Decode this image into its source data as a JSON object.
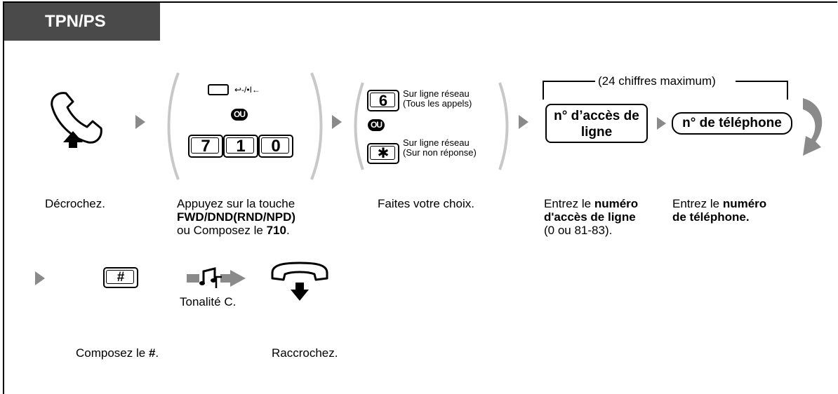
{
  "header": {
    "title": "TPN/PS"
  },
  "step1": {
    "caption": "Décrochez."
  },
  "step2": {
    "indicator_label": "↩-/•I←",
    "or_label": "OU",
    "keys": [
      "7",
      "1",
      "0"
    ],
    "caption_line1": "Appuyez sur la touche",
    "caption_bold": "FWD/DND(RND/NPD)",
    "caption_line3_prefix": "ou Composez le ",
    "caption_line3_bold": "710",
    "caption_line3_suffix": "."
  },
  "step3": {
    "key_top": "6",
    "key_top_desc1": "Sur ligne réseau",
    "key_top_desc2": "(Tous les appels)",
    "or_label": "OU",
    "key_bottom": "✱",
    "key_bottom_desc1": "Sur ligne réseau",
    "key_bottom_desc2": "(Sur non réponse)",
    "caption": "Faites votre choix."
  },
  "step4": {
    "bracket_label": "(24 chiffres maximum)",
    "box_line1": "n° d’accès de",
    "box_line2": "ligne",
    "caption_prefix": "Entrez le ",
    "caption_bold1": "numéro",
    "caption_bold2": "d'accès de ligne",
    "caption_line3": "(0 ou 81-83)."
  },
  "step5": {
    "box_label": "n° de téléphone",
    "caption_prefix": "Entrez le ",
    "caption_bold1": "numéro",
    "caption_bold2": "de téléphone."
  },
  "step6": {
    "key": "#",
    "caption_prefix": "Composez le ",
    "caption_bold": "#",
    "caption_suffix": "."
  },
  "step7": {
    "caption": "Tonalité C."
  },
  "step8": {
    "caption": "Raccrochez."
  },
  "colors": {
    "tab": "#4a4a4a",
    "arrow": "#8a8a8a",
    "paren": "#c8c8c8"
  }
}
